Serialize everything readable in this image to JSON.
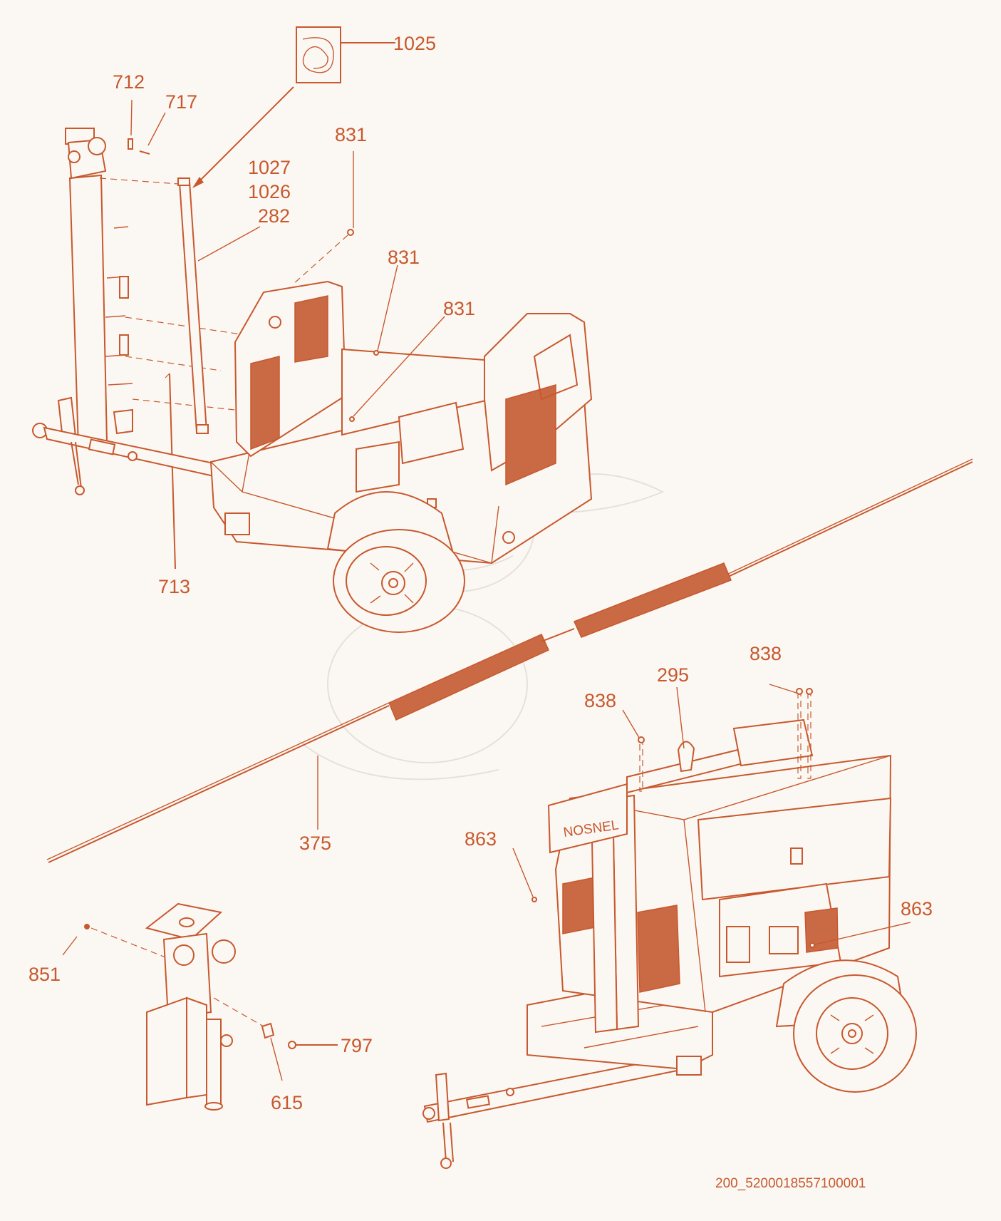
{
  "colors": {
    "ink": "#c8582d",
    "grille": "#c96a45",
    "background": "#fbf8f4",
    "watermark": "#e6e0da"
  },
  "labels": {
    "p1025": "1025",
    "p712": "712",
    "p717": "717",
    "p831_a": "831",
    "p1027": "1027",
    "p1026": "1026",
    "p282": "282",
    "p831_b": "831",
    "p831_c": "831",
    "p713": "713",
    "p838_a": "838",
    "p295": "295",
    "p838_b": "838",
    "p375": "375",
    "p863_a": "863",
    "p863_b": "863",
    "p851": "851",
    "p797": "797",
    "p615": "615"
  },
  "drawing_code": "200_5200018557100001",
  "brand_decal": "NOSNEL"
}
